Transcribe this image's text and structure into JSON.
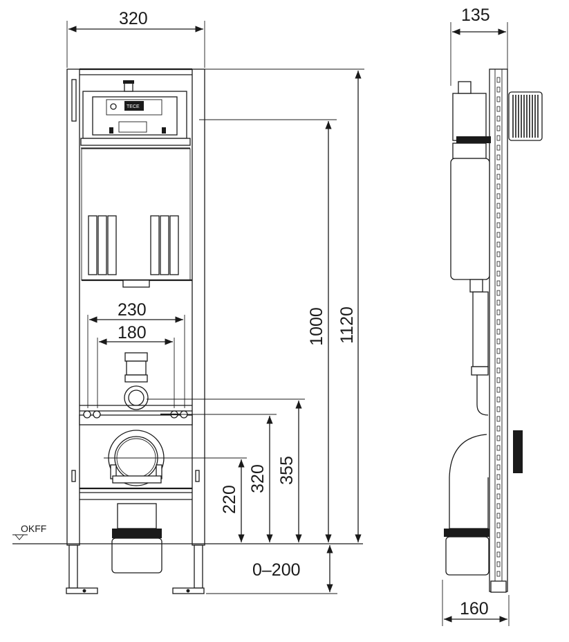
{
  "front_view": {
    "dim_total_width": "320",
    "dim_bolt_spacing": "230",
    "dim_inner_spacing": "180",
    "dim_total_height_1120": "1120",
    "dim_height_1000": "1000",
    "dim_height_355": "355",
    "dim_height_320": "320",
    "dim_height_220": "220",
    "dim_leg_adjust": "0–200",
    "floor_label": "OKFF",
    "brand_label": "TECE"
  },
  "side_view": {
    "dim_depth_top": "135",
    "dim_depth_bottom": "160"
  }
}
